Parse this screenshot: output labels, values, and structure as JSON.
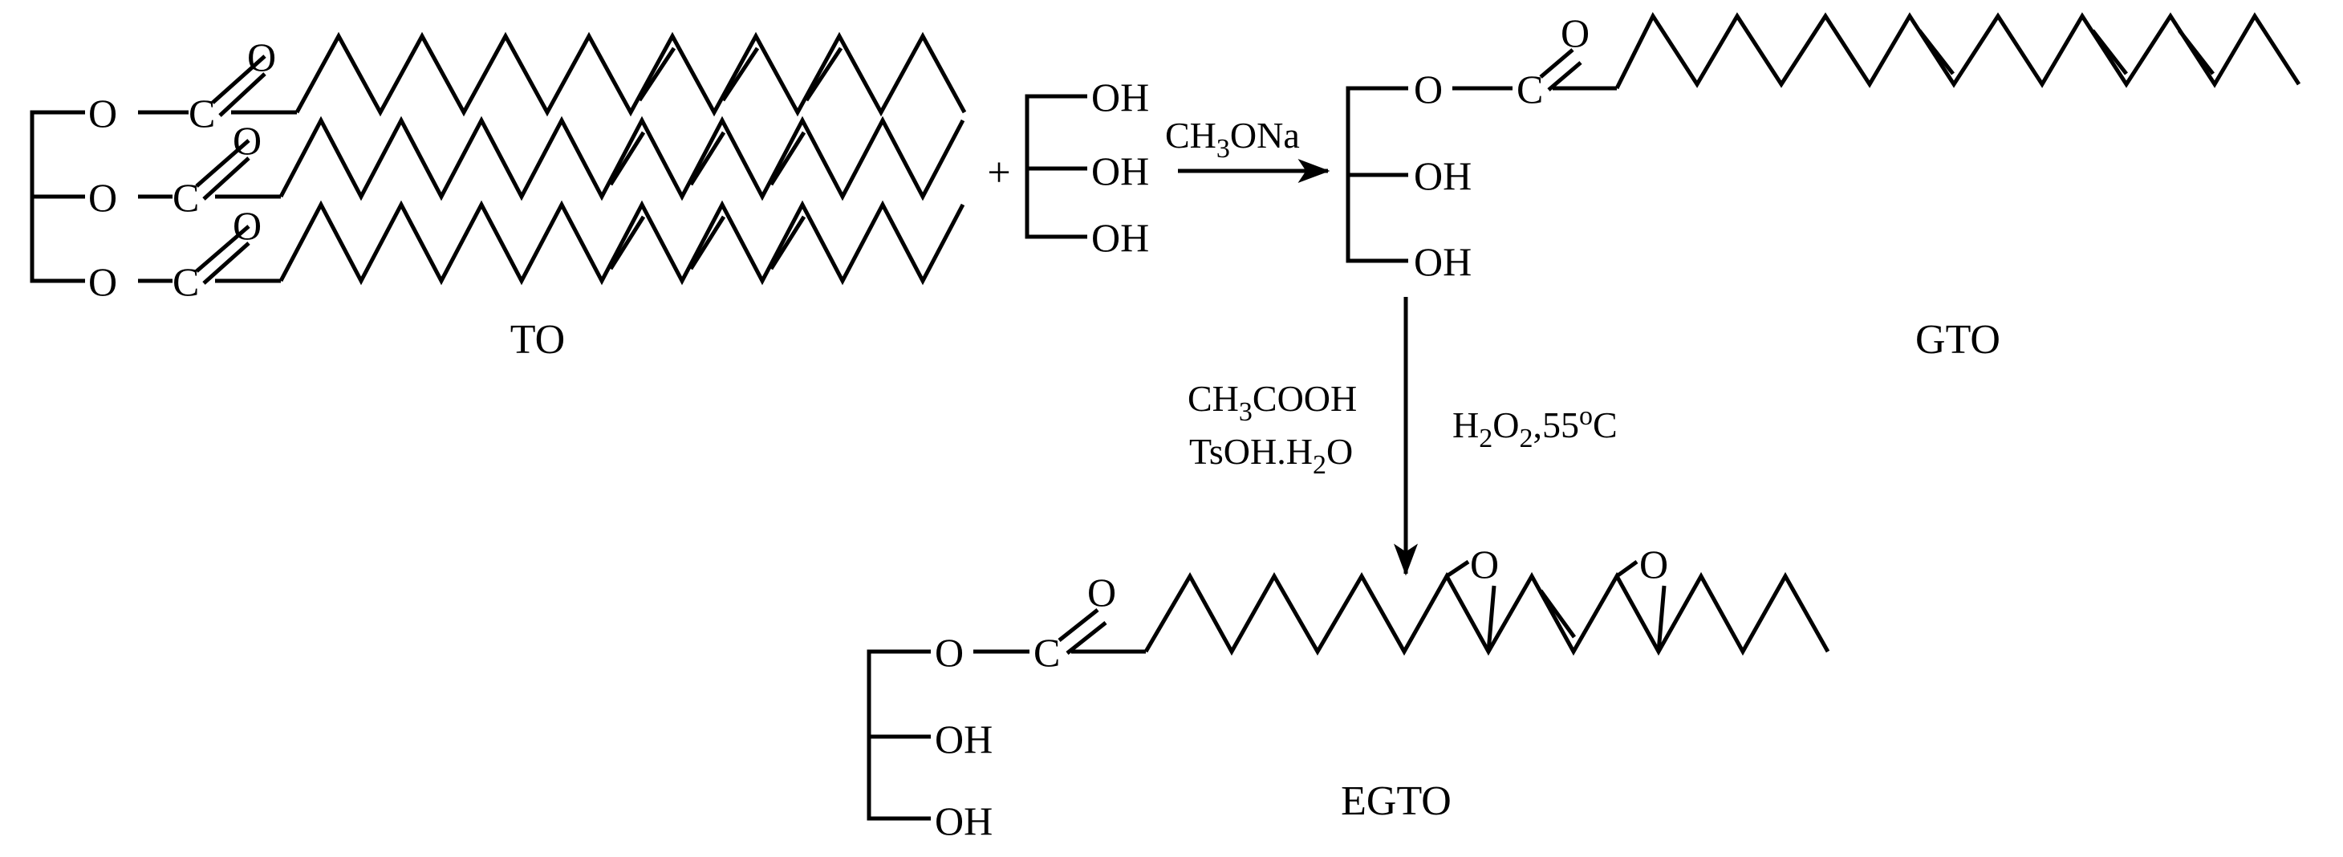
{
  "compounds": {
    "to": {
      "label": "TO"
    },
    "gto": {
      "label": "GTO"
    },
    "egto": {
      "label": "EGTO"
    }
  },
  "atoms": {
    "o": "O",
    "c": "C",
    "oh": "OH"
  },
  "operators": {
    "plus": "+"
  },
  "reagents": {
    "step1": {
      "catalyst": "CH3ONa"
    },
    "step2": {
      "acid": "CH3COOH",
      "cocatalyst": "TsOH.H2O",
      "oxidant": "H2O2,55oC"
    }
  },
  "colors": {
    "ink": "#000000",
    "background": "#ffffff"
  }
}
